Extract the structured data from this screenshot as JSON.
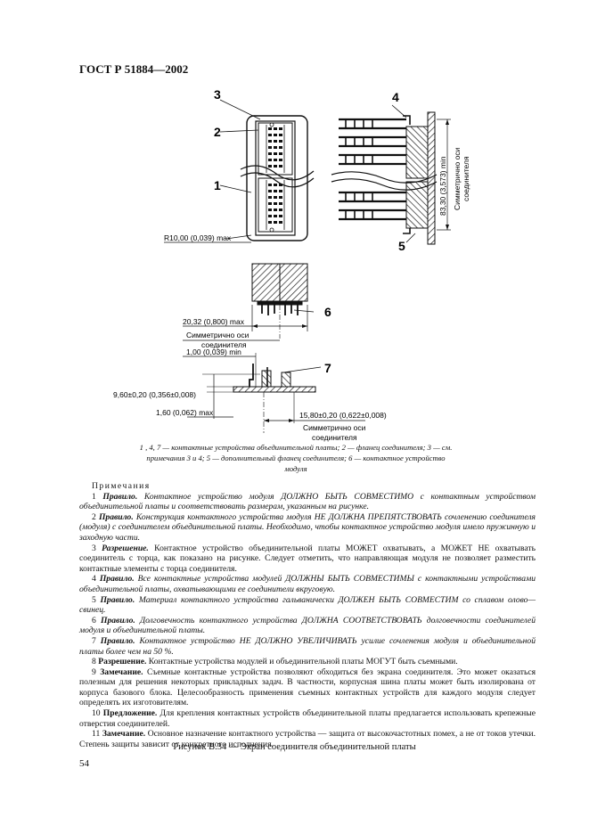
{
  "header": "ГОСТ Р 51884—2002",
  "figure": {
    "labels": {
      "n1": "1",
      "n2": "2",
      "n3": "3",
      "n4": "4",
      "n5": "5",
      "n6": "6",
      "n7": "7",
      "radius": "R10,00 (0,039) max",
      "vert_dim": "83,30 (3,573) min",
      "vert_sym_1": "Симметрично оси",
      "vert_sym_2": "соединителя",
      "dim_width": "20,32 (0,800) max",
      "sym_1": "Симметрично оси",
      "sym_2": "соединителя",
      "dim_min": "1,00 (0,039) min",
      "dim_height": "9,60±0,20 (0,356±0,008)",
      "dim_thick": "1,60 (0,062) max",
      "dim_offset": "15,80±0,20 (0,622±0,008)",
      "sym2_1": "Симметрично оси",
      "sym2_2": "соединителя"
    }
  },
  "caption": {
    "line1": "1 , 4, 7 — контактные устройства объединительной платы; 2 — фланец соединителя; 3 — см.",
    "line2": "примечания 3 и 4; 5 — дополнительный фланец соединителя; 6 — контактное устройство",
    "line3": "модуля"
  },
  "notes": {
    "title": "Примечания",
    "items": [
      {
        "lead": "1 ",
        "key": "Правило.",
        "text": " Контактное устройство модуля ДОЛЖНО БЫТЬ СОВМЕСТИМО с контактным устройством объединительной платы и соответствовать размерам, указанным на рисунке."
      },
      {
        "lead": "2 ",
        "key": "Правило.",
        "text": " Конструкция контактного устройства модуля НЕ ДОЛЖНА ПРЕПЯТСТВОВАТЬ сочленению соединителя (модуля) с соединителем объединительной платы. Необходимо, чтобы контактное устройство модуля имело пружинную и заходную части."
      },
      {
        "lead": "3 ",
        "key": "Разрешение.",
        "text": " Контактное устройство объединительной платы МОЖЕТ охватывать, а МОЖЕТ НЕ охватывать соединитель с торца, как показано на рисунке. Следует отметить, что направляющая модуля не позволяет разместить контактные элементы с торца соединителя."
      },
      {
        "lead": "4 ",
        "key": "Правило.",
        "text": " Все контактные устройства модулей ДОЛЖНЫ БЫТЬ СОВМЕСТИМЫ с контактными устройствами объединительной платы, охватывающими ее соединители вкруговую."
      },
      {
        "lead": "5 ",
        "key": "Правило.",
        "text": " Материал контактного устройства гальванически ДОЛЖЕН БЫТЬ СОВМЕСТИМ со сплавом олово—свинец."
      },
      {
        "lead": "6 ",
        "key": "Правило.",
        "text": " Долговечность контактного устройства ДОЛЖНА СООТВЕТСТВОВАТЬ долговечности соединителей модуля и объединительной платы."
      },
      {
        "lead": "7 ",
        "key": "Правило.",
        "text": " Контактное устройство НЕ ДОЛЖНО УВЕЛИЧИВАТЬ усилие сочленения модуля и объединительной платы более чем на 50 %."
      },
      {
        "lead": "8 ",
        "key": "Разрешение.",
        "text": " Контактные устройства модулей и объединительной платы МОГУТ быть съемными."
      },
      {
        "lead": "9 ",
        "key": "Замечание.",
        "text": " Съемные контактные устройства позволяют обходиться без экрана соединителя. Это может оказаться полезным для решения некоторых прикладных задач. В частности, корпусная шина платы может быть изолирована от корпуса базового блока. Целесообразность применения съемных контактных устройств для каждого модуля следует определять их изготовителям."
      },
      {
        "lead": "10 ",
        "key": "Предложение.",
        "text": " Для крепления контактных устройств объединительной платы предлагается использовать крепежные отверстия соединителей."
      },
      {
        "lead": "11 ",
        "key": "Замечание.",
        "text": " Основное назначение контактного устройства — защита от высокочастотных помех, а не от токов утечки. Степень защиты зависит от конкретного исполнения."
      }
    ]
  },
  "figure_title": "Рисунок В.34 — Экран соединителя объединительной платы",
  "page_number": "54"
}
